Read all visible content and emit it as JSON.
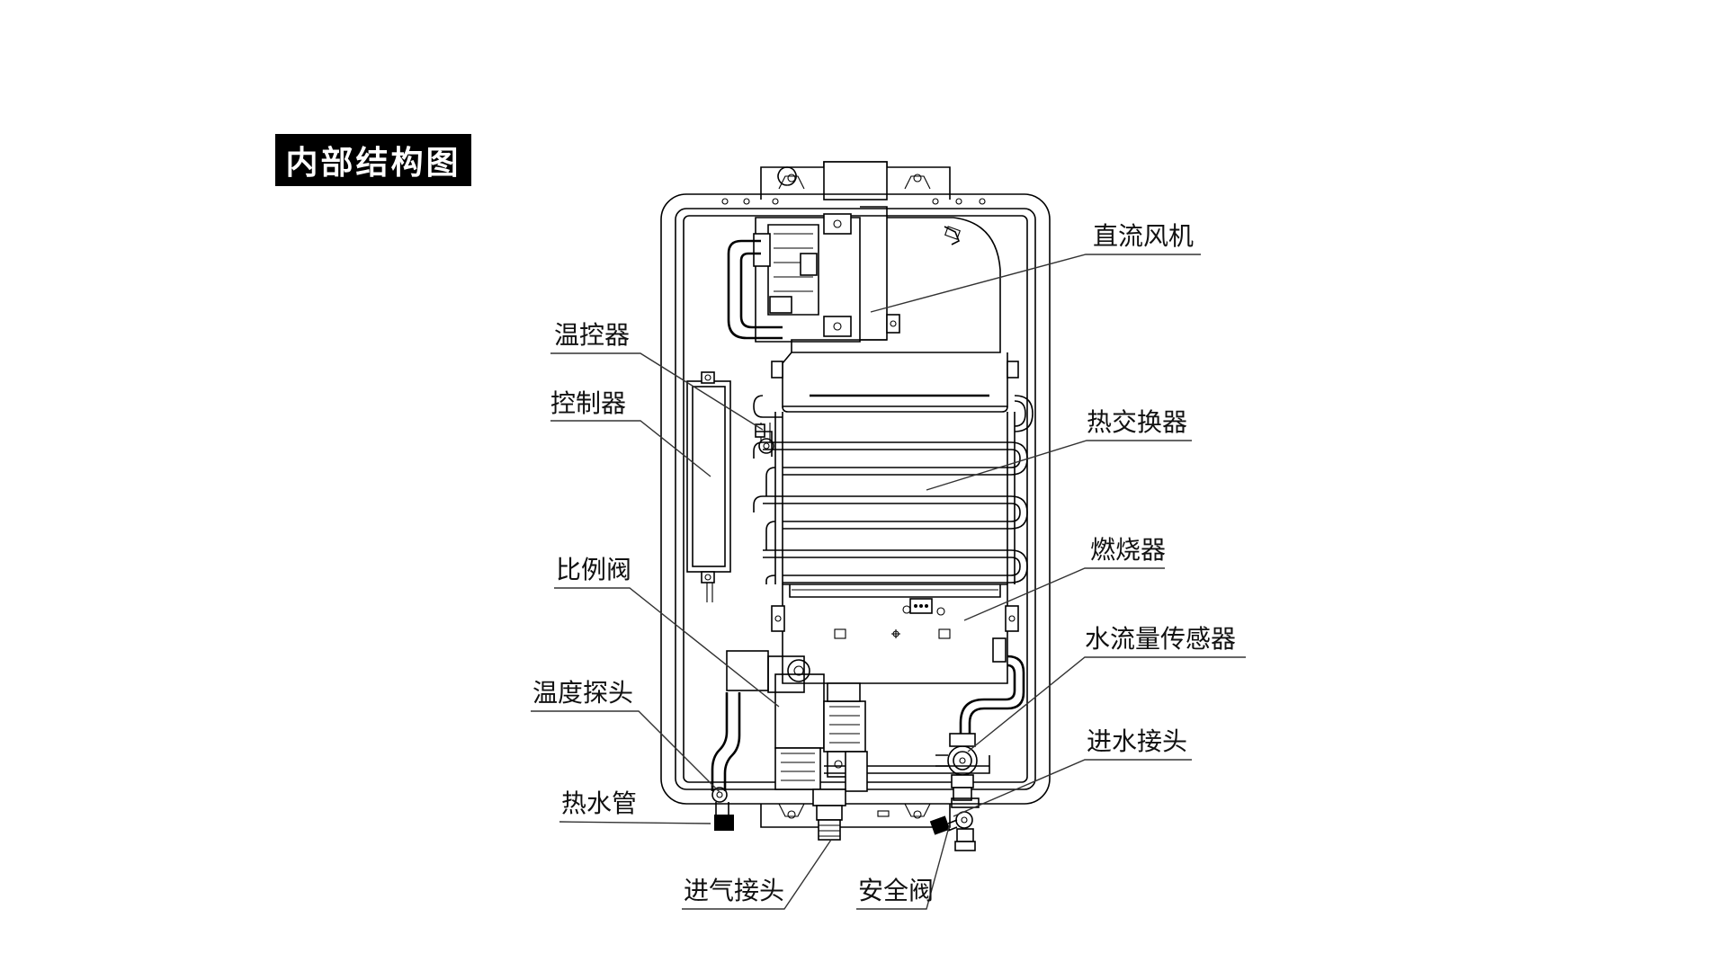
{
  "title": "内部结构图",
  "labels": {
    "fan": "直流风机",
    "thermostat": "温控器",
    "controller": "控制器",
    "heat_exchanger": "热交换器",
    "burner": "燃烧器",
    "proportional_valve": "比例阀",
    "flow_sensor": "水流量传感器",
    "temp_probe": "温度探头",
    "water_inlet": "进水接头",
    "hot_water_pipe": "热水管",
    "gas_inlet": "进气接头",
    "safety_valve": "安全阀"
  }
}
